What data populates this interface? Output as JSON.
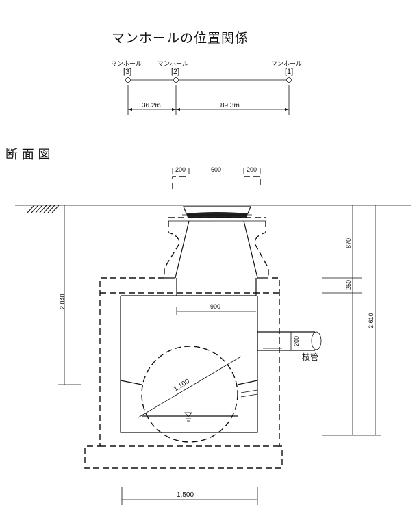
{
  "title": "マンホールの位置関係",
  "plan": {
    "manholes": [
      {
        "name": "マンホール",
        "id": "[3]"
      },
      {
        "name": "マンホール",
        "id": "[2]"
      },
      {
        "name": "マンホール",
        "id": "[1]"
      }
    ],
    "distances": [
      "36.2m",
      "89.3m"
    ]
  },
  "section": {
    "heading": "断 面 図",
    "dims": {
      "top_left": "200",
      "top_center": "600",
      "top_right": "200",
      "riser_depth": "870",
      "slab": "250",
      "total_depth": "2,610",
      "left_depth": "2,040",
      "inner_offset": "900",
      "branch_dia": "200",
      "pipe_dia": "1,100",
      "base_width": "1,500"
    },
    "branch_label": "枝管"
  }
}
